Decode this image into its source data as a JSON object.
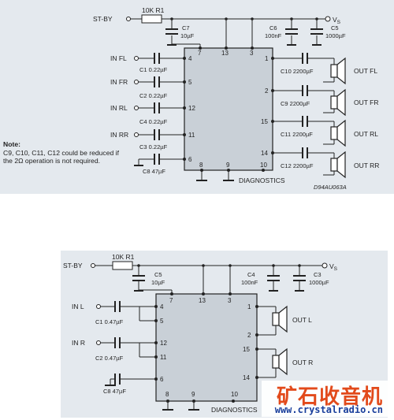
{
  "top": {
    "standby": "ST-BY",
    "r1": "10K R1",
    "vs": "V",
    "vs_sub": "S",
    "c7": "C7",
    "c7v": "10µF",
    "c6": "C6",
    "c6v": "100nF",
    "c5": "C5",
    "c5v": "1000µF",
    "inputs": [
      "IN FL",
      "IN FR",
      "IN RL",
      "IN RR"
    ],
    "in_caps": [
      "C1 0.22µF",
      "C2 0.22µF",
      "C4 0.22µF",
      "C3 0.22µF"
    ],
    "c8": "C8 47µF",
    "pins_top": [
      "7",
      "13",
      "3"
    ],
    "pins_left": [
      "4",
      "5",
      "12",
      "11",
      "6"
    ],
    "pins_bottom": [
      "8",
      "9",
      "10"
    ],
    "pins_right": [
      "1",
      "2",
      "15",
      "14"
    ],
    "out_caps": [
      "C10 2200µF",
      "C9 2200µF",
      "C11 2200µF",
      "C12 2200µF"
    ],
    "outputs": [
      "OUT FL",
      "OUT FR",
      "OUT RL",
      "OUT RR"
    ],
    "diagnostics": "DIAGNOSTICS",
    "code": "D94AU063A",
    "note_title": "Note:",
    "note_text": "C9, C10, C11, C12 could be reduced if the 2Ω operation is not required."
  },
  "bottom": {
    "standby": "ST-BY",
    "r1": "10K R1",
    "vs": "V",
    "vs_sub": "S",
    "c5": "C5",
    "c5v": "10µF",
    "c4": "C4",
    "c4v": "100nF",
    "c3": "C3",
    "c3v": "1000µF",
    "inputs": [
      "IN L",
      "IN R"
    ],
    "in_caps": [
      "C1 0.47µF",
      "C2 0.47µF"
    ],
    "c8": "C8 47µF",
    "pins_top": [
      "7",
      "13",
      "3"
    ],
    "pins_left": [
      "4",
      "5",
      "12",
      "11",
      "6"
    ],
    "pins_bottom": [
      "8",
      "9",
      "10"
    ],
    "pins_right": [
      "1",
      "2",
      "15",
      "14"
    ],
    "outputs": [
      "OUT L",
      "OUT R"
    ],
    "diagnostics": "DIAGNOSTICS"
  },
  "watermark": {
    "cn": "矿石收音机",
    "url": "www.crystalradio.cn"
  }
}
